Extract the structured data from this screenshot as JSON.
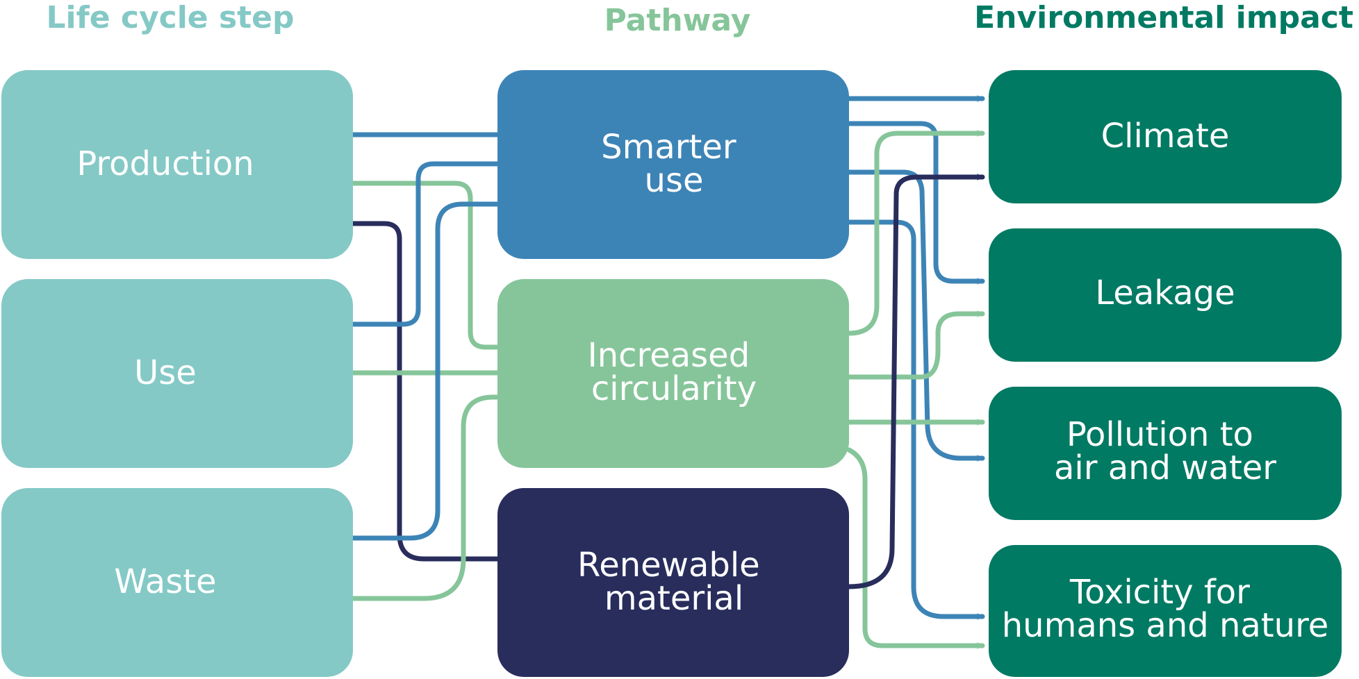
{
  "headers": {
    "life_cycle": "Life cycle step",
    "pathway": "Pathway",
    "impact": "Environmental impact"
  },
  "life_cycle_steps": {
    "production": "Production",
    "use": "Use",
    "waste": "Waste"
  },
  "pathways": {
    "smarter_use": [
      "Smarter",
      "use"
    ],
    "increased_circularity": [
      "Increased",
      "circularity"
    ],
    "renewable_material": [
      "Renewable",
      "material"
    ]
  },
  "impacts": {
    "climate": [
      "Climate"
    ],
    "leakage": [
      "Leakage"
    ],
    "pollution": [
      "Pollution to",
      "air and water"
    ],
    "toxicity": [
      "Toxicity for",
      "humans and nature"
    ]
  },
  "colors": {
    "life_cycle": "#84c9c6",
    "smarter_use": "#3d84b6",
    "increased_circularity": "#86c59a",
    "renewable_material": "#282d5c",
    "impact": "#007a63",
    "header_life_cycle": "#84c9c6",
    "header_pathway": "#86c59a",
    "header_impact": "#007a63"
  }
}
